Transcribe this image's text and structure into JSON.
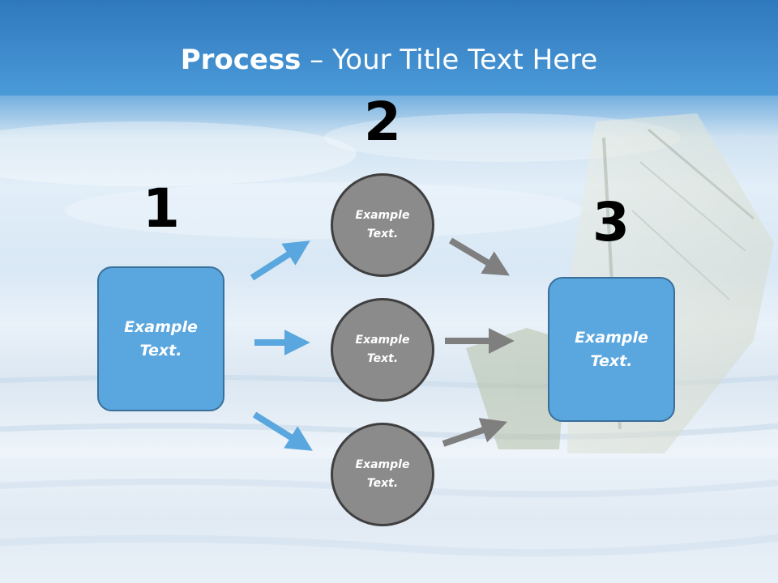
{
  "title": {
    "bold": "Process",
    "rest": " – Your Title Text Here"
  },
  "steps": {
    "one": "1",
    "two": "2",
    "three": "3"
  },
  "left_box": {
    "text": "Example\nText."
  },
  "right_box": {
    "text": "Example\nText."
  },
  "circles": [
    {
      "text": "Example\nText."
    },
    {
      "text": "Example\nText."
    },
    {
      "text": "Example\nText."
    }
  ],
  "colors": {
    "box_fill": "#5aa6de",
    "box_border": "#3a6f9a",
    "circle_fill": "#8b8b8b",
    "circle_border": "#3f3f3f",
    "arrow_blue": "#5aa6de",
    "arrow_gray": "#7f7f7f"
  }
}
